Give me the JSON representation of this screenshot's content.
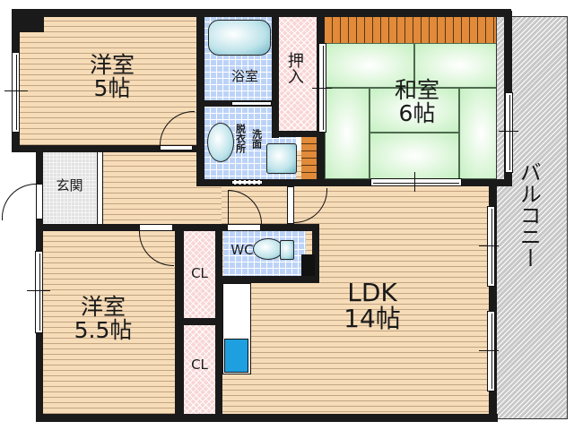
{
  "floor_plan": {
    "rooms": {
      "western_room_1": {
        "name": "洋室",
        "size": "5帖"
      },
      "bathroom": {
        "name": "浴室"
      },
      "closet_oshiire": {
        "name": "押入"
      },
      "japanese_room": {
        "name": "和室",
        "size": "6帖"
      },
      "dressing_room": {
        "name": "脱衣所"
      },
      "washbasin": {
        "name": "洗面"
      },
      "entrance": {
        "name": "玄関"
      },
      "toilet": {
        "name": "WC"
      },
      "closet_1": {
        "name": "CL"
      },
      "closet_2": {
        "name": "CL"
      },
      "western_room_2": {
        "name": "洋室",
        "size": "5.5帖"
      },
      "ldk": {
        "name": "LDK",
        "size": "14帖"
      },
      "balcony": {
        "name": "バルコニー"
      }
    },
    "colors": {
      "wall": "#1a1a1a",
      "wood_floor": "#f7dcb8",
      "tile": "#bcd3f7",
      "tatami": "#c5f0c2",
      "closet": "#f9d6d6",
      "tokonoma": "#e08a3a",
      "balcony": "#c8c8c8",
      "sink": "#1ea0e0"
    }
  }
}
